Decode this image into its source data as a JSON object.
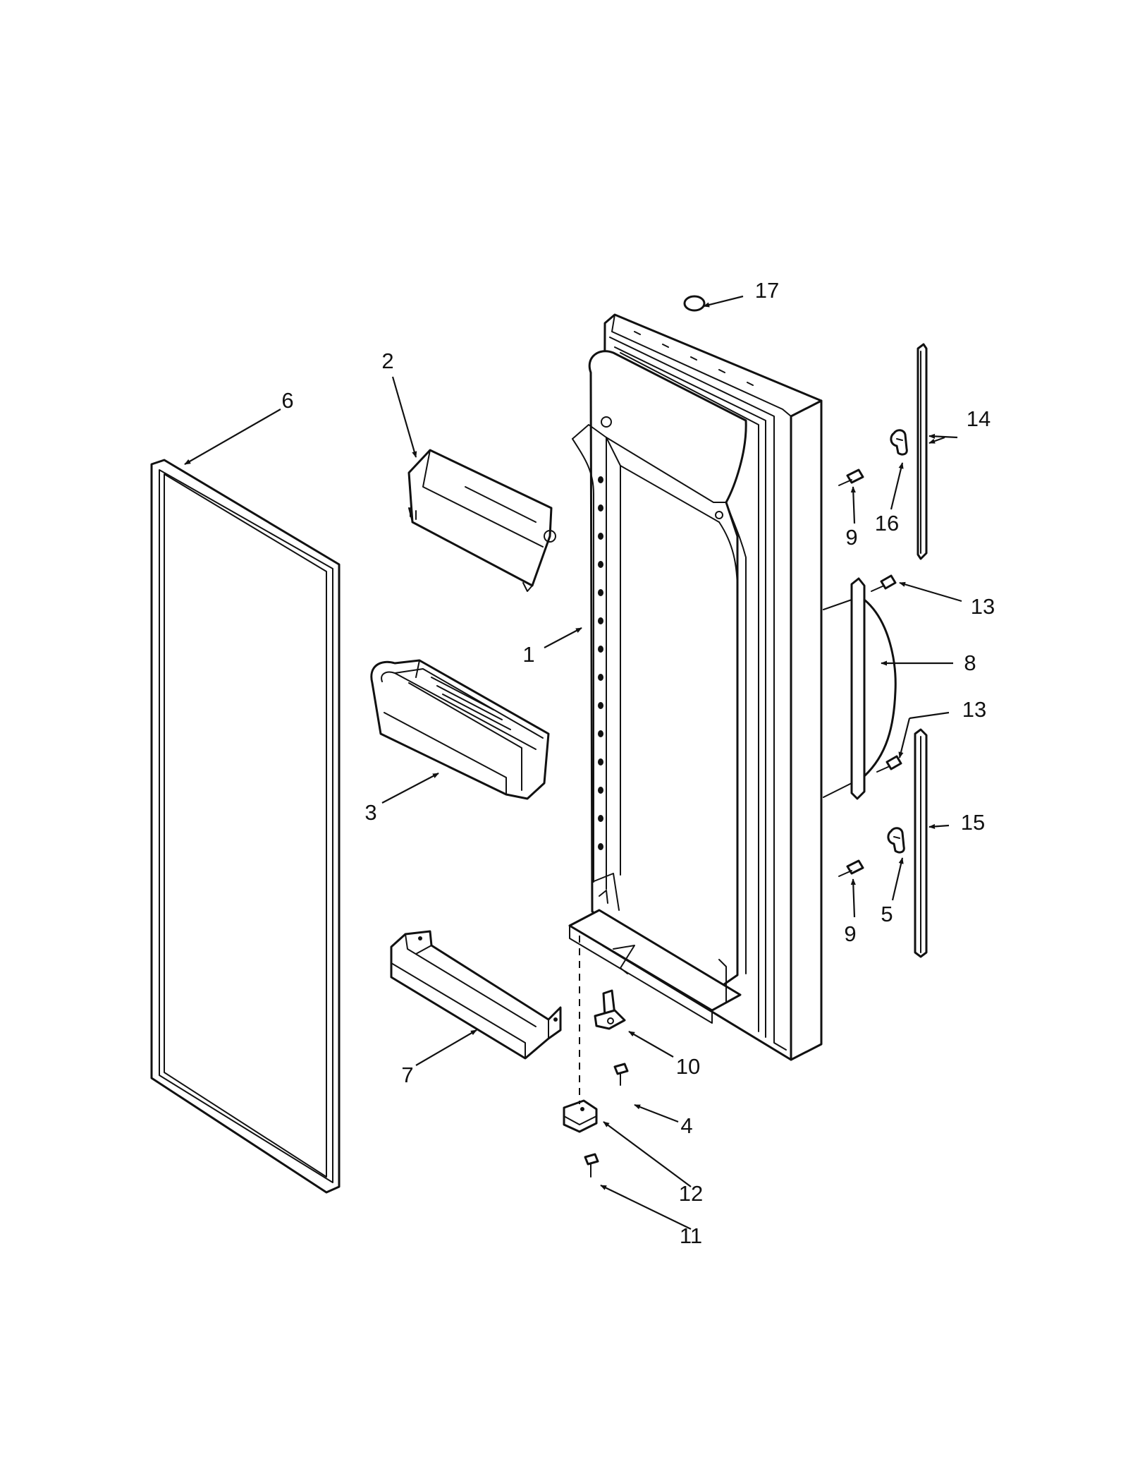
{
  "labels": {
    "l1": "1",
    "l2": "2",
    "l3": "3",
    "l4": "4",
    "l5": "5",
    "l6": "6",
    "l7": "7",
    "l8": "8",
    "l9a": "9",
    "l9b": "9",
    "l10": "10",
    "l11": "11",
    "l12": "12",
    "l13a": "13",
    "l13b": "13",
    "l14": "14",
    "l15": "15",
    "l16": "16",
    "l17": "17"
  }
}
